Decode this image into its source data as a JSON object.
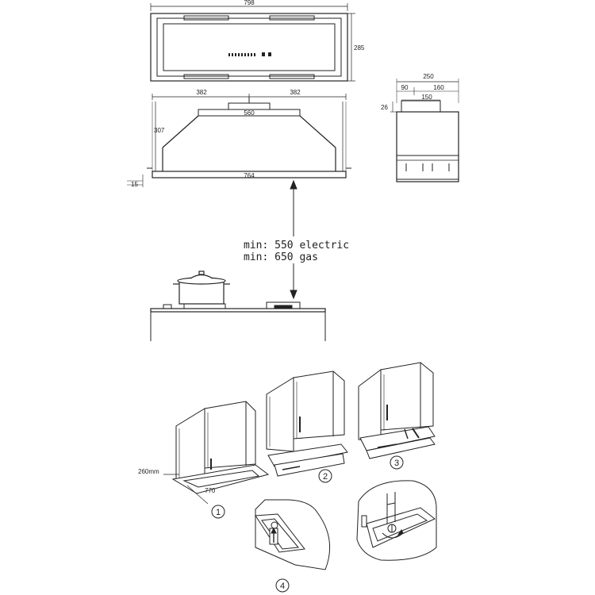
{
  "top_view": {
    "width_dim": "798",
    "height_dim": "285"
  },
  "front_view": {
    "left_half_dim": "382",
    "right_half_dim": "382",
    "inner_width_dim": "560",
    "height_dim": "307",
    "bottom_width_dim": "764",
    "base_dim": "15"
  },
  "side_view": {
    "depth_dim": "250",
    "left_offset_dim": "90",
    "right_offset_dim": "160",
    "outlet_dim": "150",
    "outlet_height_dim": "26"
  },
  "clearance": {
    "electric_text": "min: 550 electric",
    "gas_text": "min: 650 gas"
  },
  "installation": {
    "depth_label": "260mm",
    "width_label": "770",
    "steps": [
      "1",
      "2",
      "3",
      "4"
    ]
  }
}
